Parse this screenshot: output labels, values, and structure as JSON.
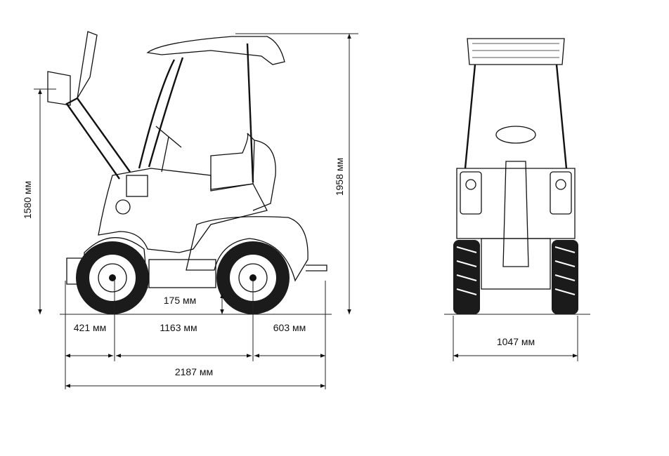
{
  "side_view": {
    "height_boom_label": "1580 мм",
    "height_roof_label": "1958 мм",
    "ground_clearance_label": "175 мм",
    "front_overhang_label": "421 мм",
    "wheelbase_label": "1163 мм",
    "rear_overhang_label": "603 мм",
    "total_length_label": "2187 мм"
  },
  "front_view": {
    "width_label": "1047 мм"
  },
  "colors": {
    "line": "#111111",
    "background": "#ffffff"
  }
}
